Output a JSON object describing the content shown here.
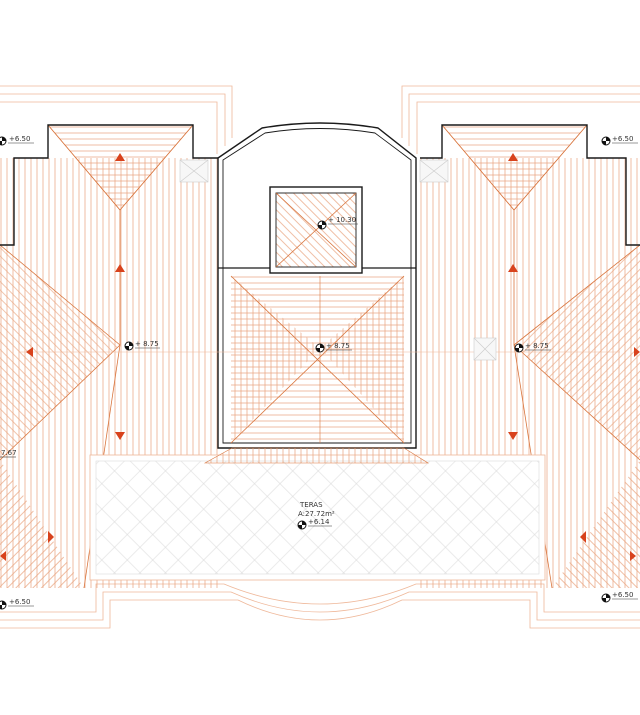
{
  "colors": {
    "background": "#ffffff",
    "roof_hatch": "#e8a27c",
    "ridge_line": "#d9763f",
    "wall_line": "#1a1a1a",
    "offset_line": "#efb89a",
    "terrace_grid": "#dddddd",
    "arrow_fill": "#d8421c",
    "marker": "#111111"
  },
  "levels": {
    "top_left": "+6.50",
    "top_right": "+6.50",
    "left_roof": "+ 8.75",
    "center_roof": "+ 8.75",
    "right_roof": "+ 8.75",
    "tower": "+ 10.30",
    "left_edge": "7.67",
    "bottom_left": "+6.50",
    "bottom_right": "+6.50"
  },
  "terrace": {
    "name": "TERAS",
    "area": "A:27.72m²",
    "level": "+6.14"
  },
  "icons": {
    "level_marker": "level-marker-icon",
    "slope_arrow": "slope-arrow-icon"
  }
}
